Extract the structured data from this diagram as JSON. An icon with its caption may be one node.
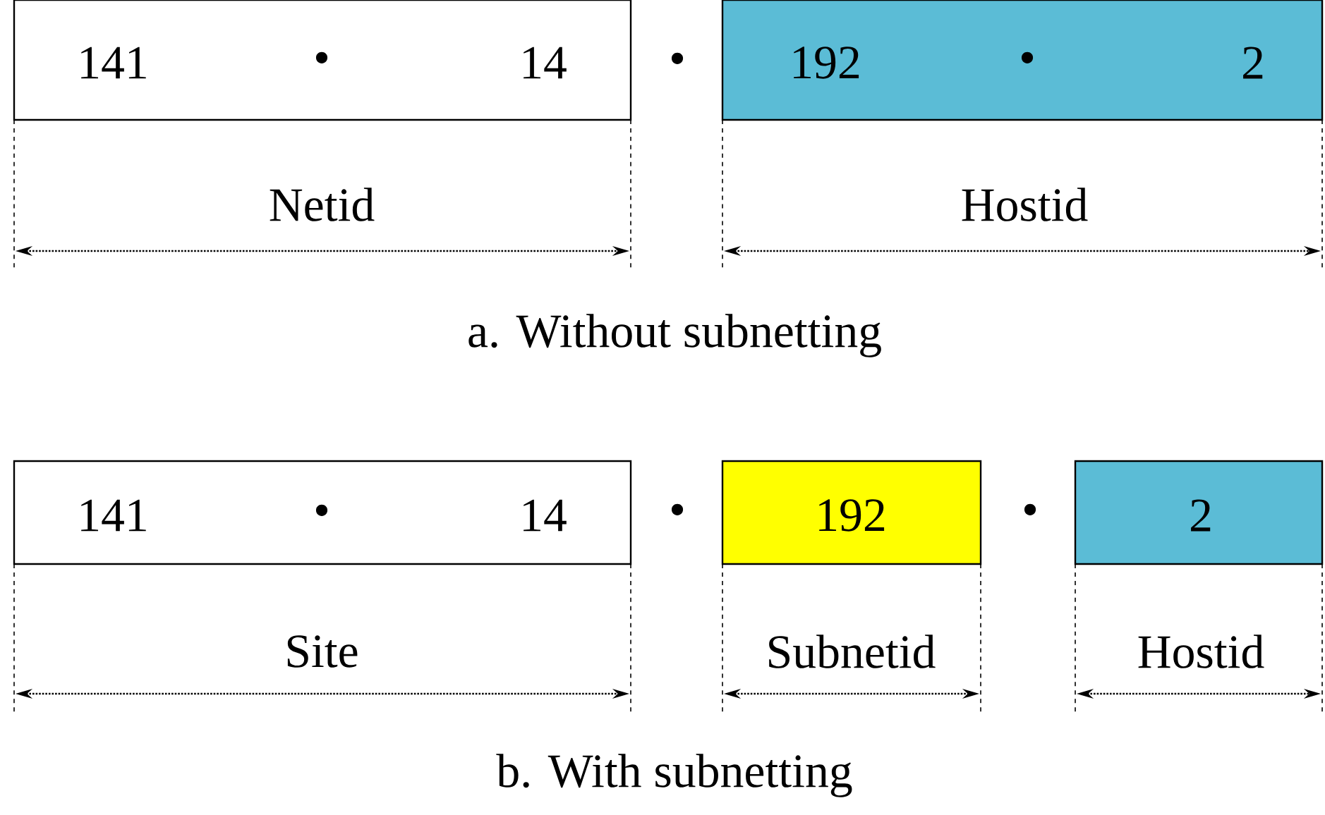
{
  "diagram": {
    "nodes": [
      {
        "text": [
          "141",
          "•",
          "14"
        ]
      },
      {
        "text": [
          "192",
          "•",
          "2"
        ]
      },
      {
        "text": [
          "141",
          "•",
          "14"
        ]
      },
      {
        "text": [
          "192"
        ]
      },
      {
        "text": [
          "2"
        ]
      }
    ],
    "labels": [
      "•",
      "Netid",
      "Hostid",
      "a. Without subnetting",
      "•",
      "•",
      "Site",
      "Subnetid",
      "Hostid",
      "b. With subnetting"
    ]
  }
}
